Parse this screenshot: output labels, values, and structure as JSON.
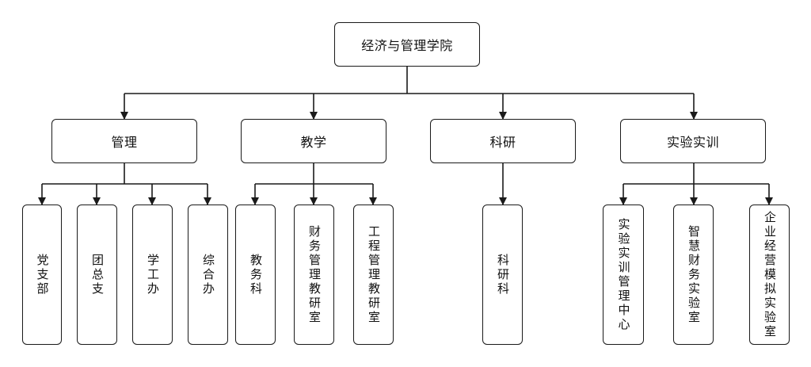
{
  "root": {
    "label": "经济与管理学院"
  },
  "departments": [
    {
      "label": "管理",
      "units": [
        "党支部",
        "团总支",
        "学工办",
        "综合办"
      ]
    },
    {
      "label": "教学",
      "units": [
        "教务科",
        "财务管理教研室",
        "工程管理教研室"
      ]
    },
    {
      "label": "科研",
      "units": [
        "科研科"
      ]
    },
    {
      "label": "实验实训",
      "units": [
        "实验实训管理中心",
        "智慧财务实验室",
        "企业经营模拟实验室"
      ]
    }
  ]
}
